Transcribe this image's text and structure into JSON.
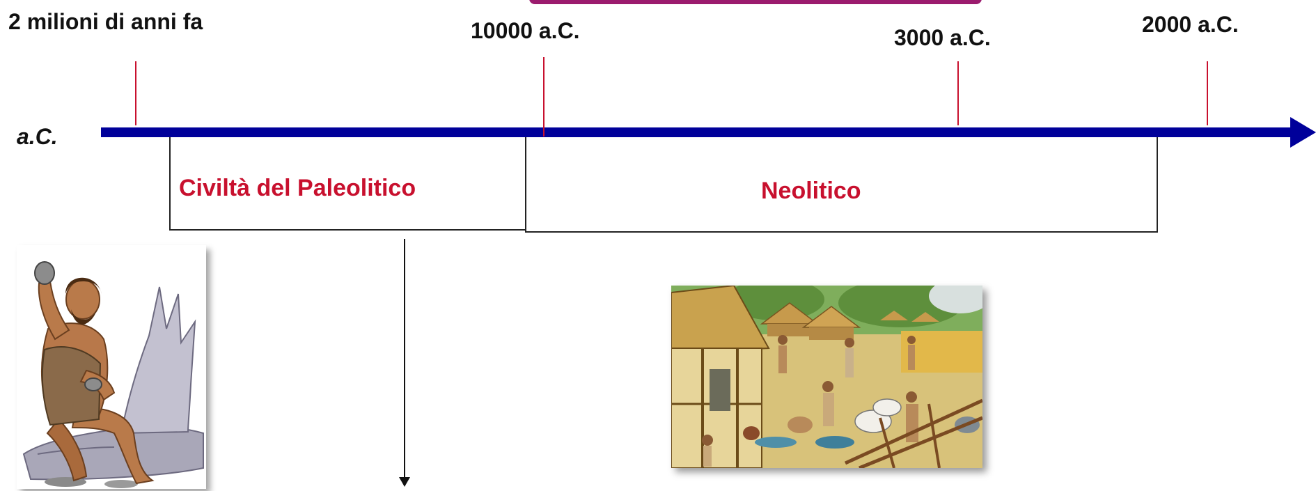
{
  "timeline": {
    "axis_label": "a.C.",
    "dates": {
      "two_million": "2 milioni di anni fa",
      "ten_thousand": "10000 a.C.",
      "three_thousand": "3000 a.C.",
      "two_thousand": "2000 a.C."
    },
    "periods": {
      "paleolithic": "Civiltà del Paleolitico",
      "neolithic": "Neolitico"
    }
  },
  "colors": {
    "axis": "#00009a",
    "ticks": "#c8102e",
    "period_text": "#c8102e",
    "banner": "#9b1b6e"
  },
  "images": {
    "paleolithic_illustration": "caveman-icon",
    "neolithic_illustration": "village-icon"
  }
}
